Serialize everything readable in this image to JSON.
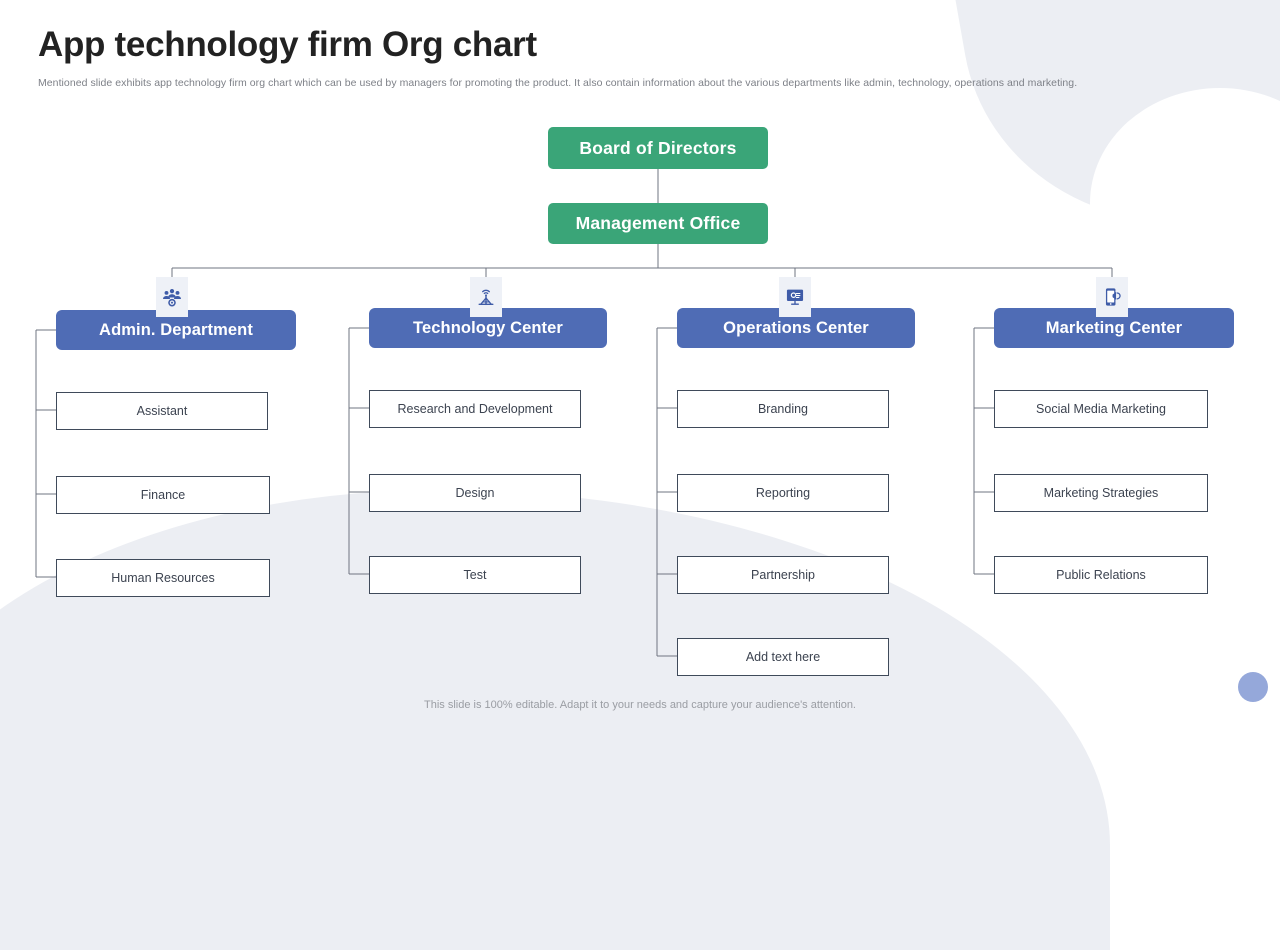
{
  "slide": {
    "title": "App technology firm Org chart",
    "subtitle": "Mentioned slide exhibits app technology firm org chart which can be used by  managers for promoting the product. It also contain information about the various departments like admin, technology, operations and marketing.",
    "footer": "This slide is 100% editable. Adapt it to your needs and capture your audience's attention."
  },
  "colors": {
    "top_node": "#3aa578",
    "dept_header": "#4f6cb5",
    "child_border": "#3f4a5a",
    "connector": "#6f7482",
    "deco_gray": "#eceef3",
    "deco_dot": "#95a8da"
  },
  "chart_data": {
    "type": "diagram",
    "title": "App technology firm Org chart",
    "root": {
      "label": "Board of Directors",
      "children": [
        {
          "label": "Management Office",
          "children": [
            {
              "label": "Admin. Department",
              "icon": "people-group-icon",
              "children": [
                {
                  "label": "Assistant"
                },
                {
                  "label": "Finance"
                },
                {
                  "label": "Human Resources"
                }
              ]
            },
            {
              "label": "Technology Center",
              "icon": "broadcast-antenna-icon",
              "children": [
                {
                  "label": "Research and Development"
                },
                {
                  "label": "Design"
                },
                {
                  "label": "Test"
                }
              ]
            },
            {
              "label": "Operations Center",
              "icon": "monitor-gear-icon",
              "children": [
                {
                  "label": "Branding"
                },
                {
                  "label": "Reporting"
                },
                {
                  "label": "Partnership"
                },
                {
                  "label": "Add text here"
                }
              ]
            },
            {
              "label": "Marketing Center",
              "icon": "mobile-megaphone-icon",
              "children": [
                {
                  "label": "Social Media Marketing"
                },
                {
                  "label": "Marketing Strategies"
                },
                {
                  "label": "Public Relations"
                }
              ]
            }
          ]
        }
      ]
    }
  },
  "nodes": {
    "board": "Board of Directors",
    "management": "Management Office",
    "admin": {
      "title": "Admin. Department",
      "c0": "Assistant",
      "c1": "Finance",
      "c2": "Human Resources"
    },
    "technology": {
      "title": "Technology Center",
      "c0": "Research and Development",
      "c1": "Design",
      "c2": "Test"
    },
    "operations": {
      "title": "Operations Center",
      "c0": "Branding",
      "c1": "Reporting",
      "c2": "Partnership",
      "c3": "Add text here"
    },
    "marketing": {
      "title": "Marketing Center",
      "c0": "Social Media Marketing",
      "c1": "Marketing Strategies",
      "c2": "Public Relations"
    }
  }
}
